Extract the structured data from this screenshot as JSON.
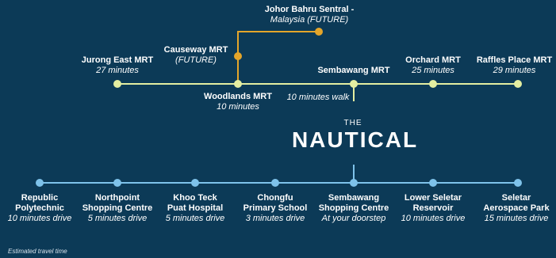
{
  "colors": {
    "background": "#0c3a57",
    "mrt_line": "#e4eea1",
    "future_line": "#e4a52a",
    "amenity_line": "#7ec2ea",
    "text": "#ffffff"
  },
  "mrt": {
    "stations": [
      {
        "name": "Jurong East MRT",
        "sub": "27 minutes"
      },
      {
        "name": "Woodlands MRT",
        "sub": "10 minutes"
      },
      {
        "name": "Sembawang MRT",
        "sub": "10 minutes walk"
      },
      {
        "name": "Orchard MRT",
        "sub": "25 minutes"
      },
      {
        "name": "Raffles Place MRT",
        "sub": "29 minutes"
      }
    ],
    "future": [
      {
        "name": "Causeway MRT",
        "sub": "(FUTURE)"
      },
      {
        "name": "Johor Bahru Sentral -",
        "sub": "Malaysia (FUTURE)"
      }
    ]
  },
  "logo": {
    "the": "THE",
    "word": "NAUTICAL"
  },
  "amenities": [
    {
      "line1": "Republic",
      "line2": "Polytechnic",
      "sub": "10 minutes drive"
    },
    {
      "line1": "Northpoint",
      "line2": "Shopping Centre",
      "sub": "5 minutes drive"
    },
    {
      "line1": "Khoo Teck",
      "line2": "Puat Hospital",
      "sub": "5 minutes drive"
    },
    {
      "line1": "Chongfu",
      "line2": "Primary School",
      "sub": "3 minutes drive"
    },
    {
      "line1": "Sembawang",
      "line2": "Shopping Centre",
      "sub": "At your doorstep"
    },
    {
      "line1": "Lower Seletar",
      "line2": "Reservoir",
      "sub": "10 minutes drive"
    },
    {
      "line1": "Seletar",
      "line2": "Aerospace Park",
      "sub": "15 minutes drive"
    }
  ],
  "footnote": "Estimated travel time"
}
